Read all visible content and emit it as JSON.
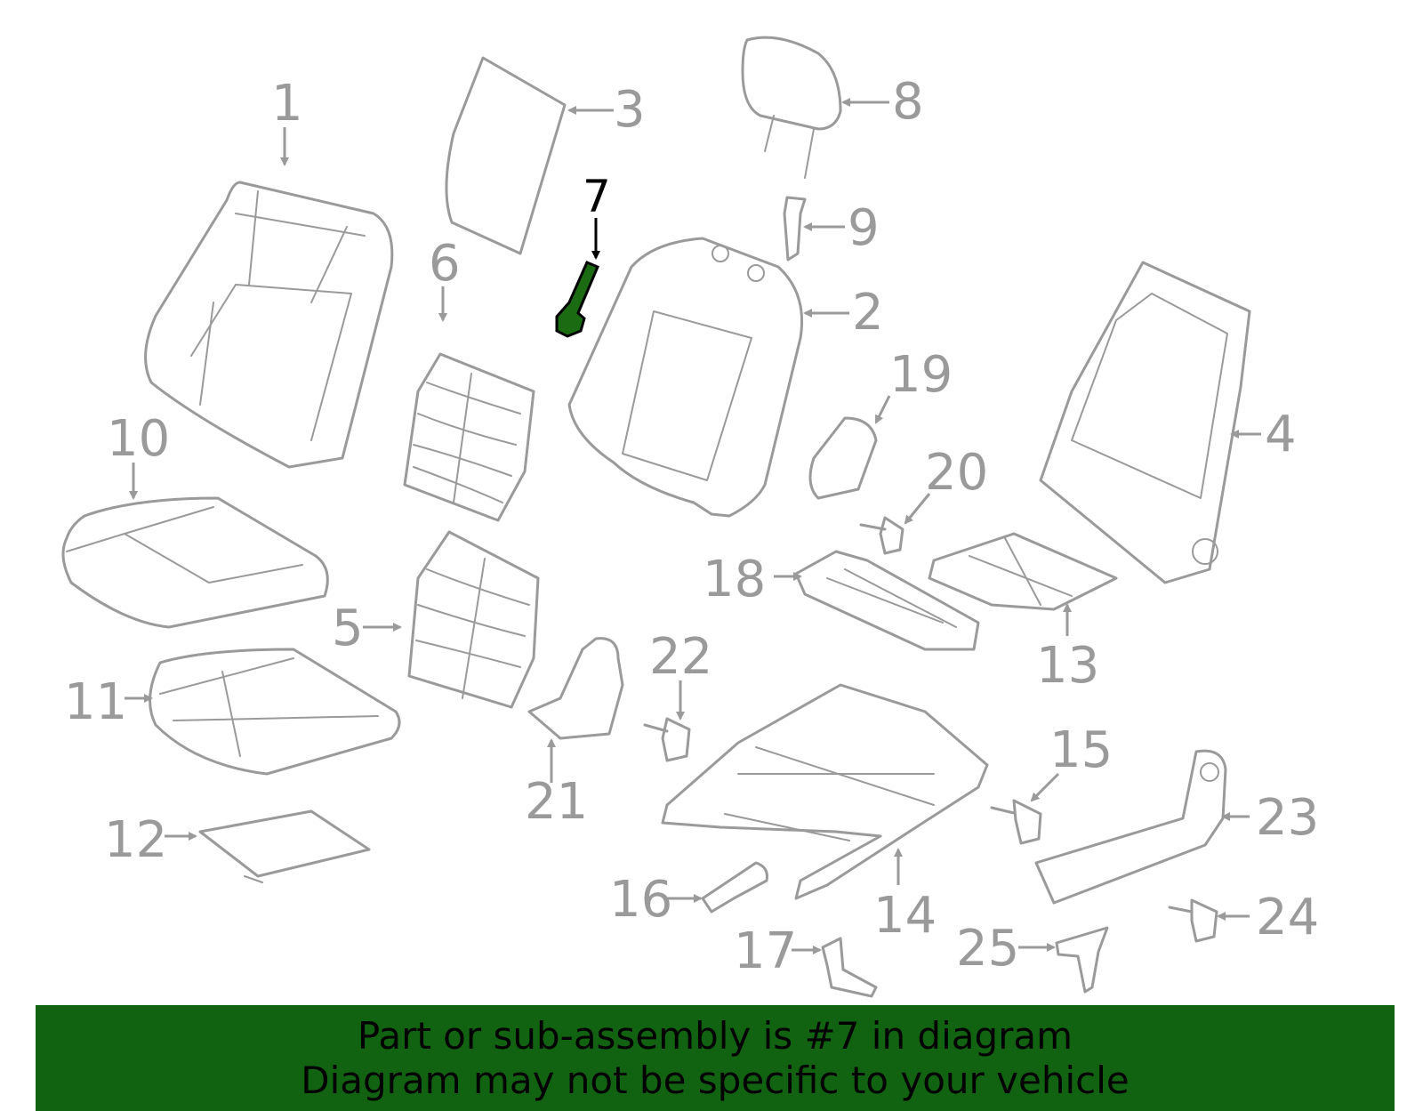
{
  "highlighted_part": "7",
  "banner": {
    "line1": "Part or sub-assembly is #7 in diagram",
    "line2": "Diagram may not be specific to your vehicle",
    "background": "#116311"
  },
  "callouts": [
    {
      "id": "1",
      "label": "1"
    },
    {
      "id": "2",
      "label": "2"
    },
    {
      "id": "3",
      "label": "3"
    },
    {
      "id": "4",
      "label": "4"
    },
    {
      "id": "5",
      "label": "5"
    },
    {
      "id": "6",
      "label": "6"
    },
    {
      "id": "7",
      "label": "7"
    },
    {
      "id": "8",
      "label": "8"
    },
    {
      "id": "9",
      "label": "9"
    },
    {
      "id": "10",
      "label": "10"
    },
    {
      "id": "11",
      "label": "11"
    },
    {
      "id": "12",
      "label": "12"
    },
    {
      "id": "13",
      "label": "13"
    },
    {
      "id": "14",
      "label": "14"
    },
    {
      "id": "15",
      "label": "15"
    },
    {
      "id": "16",
      "label": "16"
    },
    {
      "id": "17",
      "label": "17"
    },
    {
      "id": "18",
      "label": "18"
    },
    {
      "id": "19",
      "label": "19"
    },
    {
      "id": "20",
      "label": "20"
    },
    {
      "id": "21",
      "label": "21"
    },
    {
      "id": "22",
      "label": "22"
    },
    {
      "id": "23",
      "label": "23"
    },
    {
      "id": "24",
      "label": "24"
    },
    {
      "id": "25",
      "label": "25"
    }
  ],
  "colors": {
    "line": "#9a9a9a",
    "highlight": "#1a6b12"
  }
}
